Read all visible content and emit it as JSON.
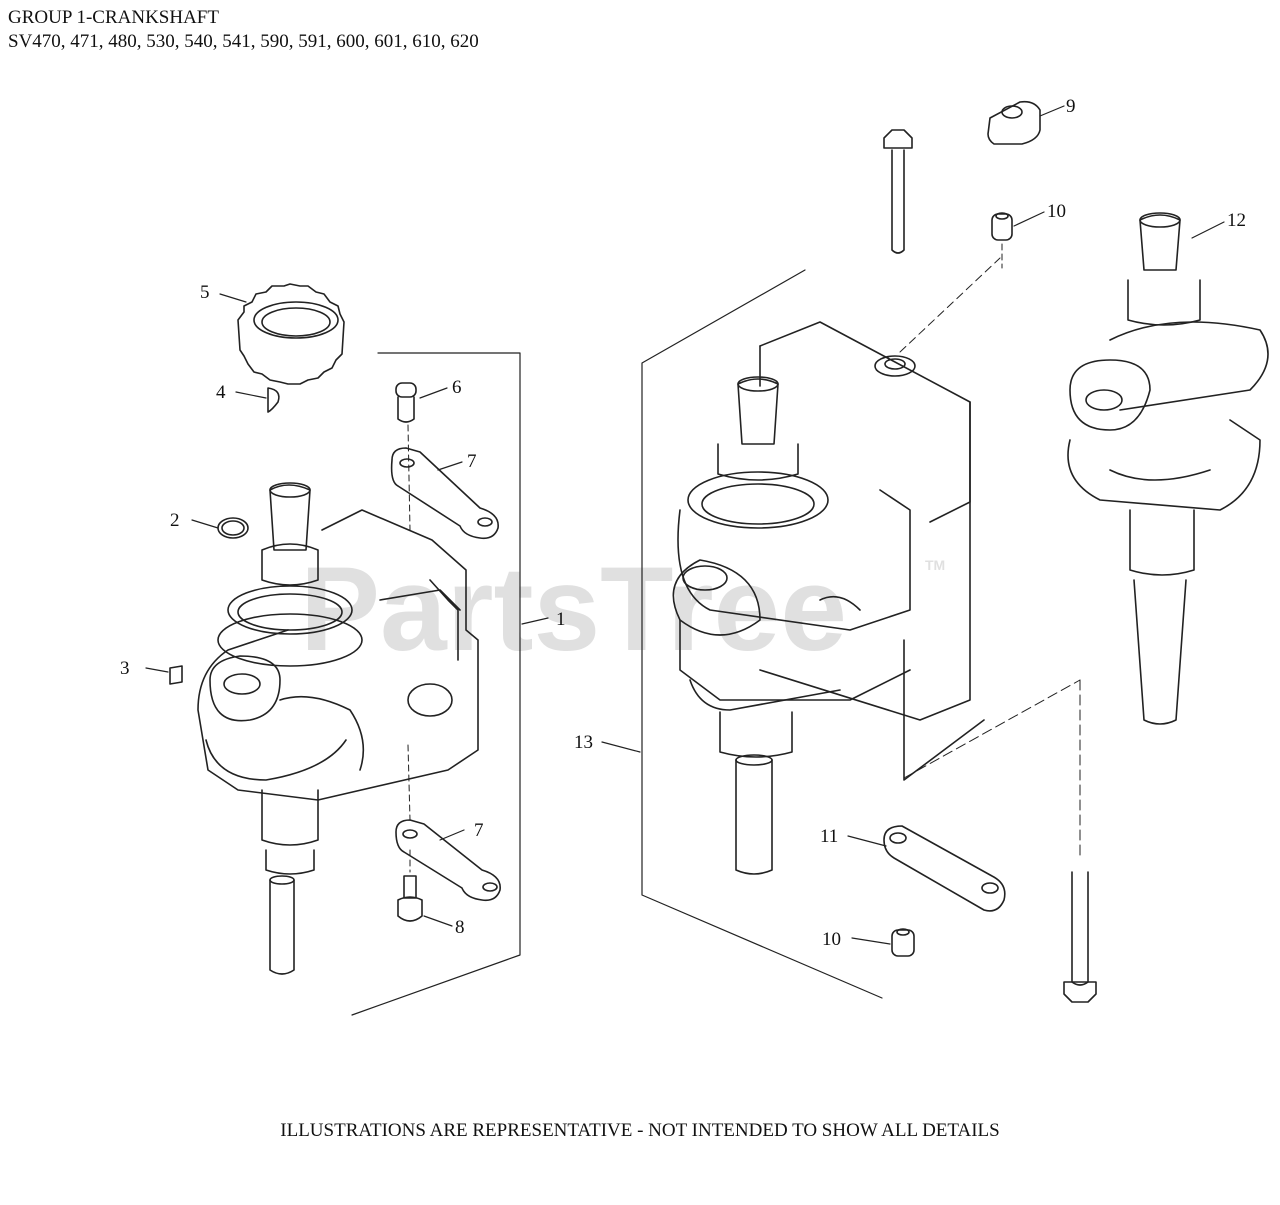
{
  "header": {
    "group_title": "GROUP 1-CRANKSHAFT",
    "models": "SV470, 471, 480, 530, 540, 541, 590, 591, 600, 601, 610, 620"
  },
  "watermark": {
    "text": "PartsTree",
    "tm": "TM"
  },
  "callouts": {
    "c1": "1",
    "c2": "2",
    "c3": "3",
    "c4": "4",
    "c5": "5",
    "c6": "6",
    "c7a": "7",
    "c7b": "7",
    "c8": "8",
    "c9": "9",
    "c10a": "10",
    "c10b": "10",
    "c11": "11",
    "c12": "12",
    "c13": "13"
  },
  "footer": {
    "disclaimer": "ILLUSTRATIONS ARE REPRESENTATIVE - NOT INTENDED TO SHOW ALL DETAILS"
  },
  "colors": {
    "line": "#222222",
    "watermark": "#c8c8c8",
    "background": "#ffffff"
  }
}
